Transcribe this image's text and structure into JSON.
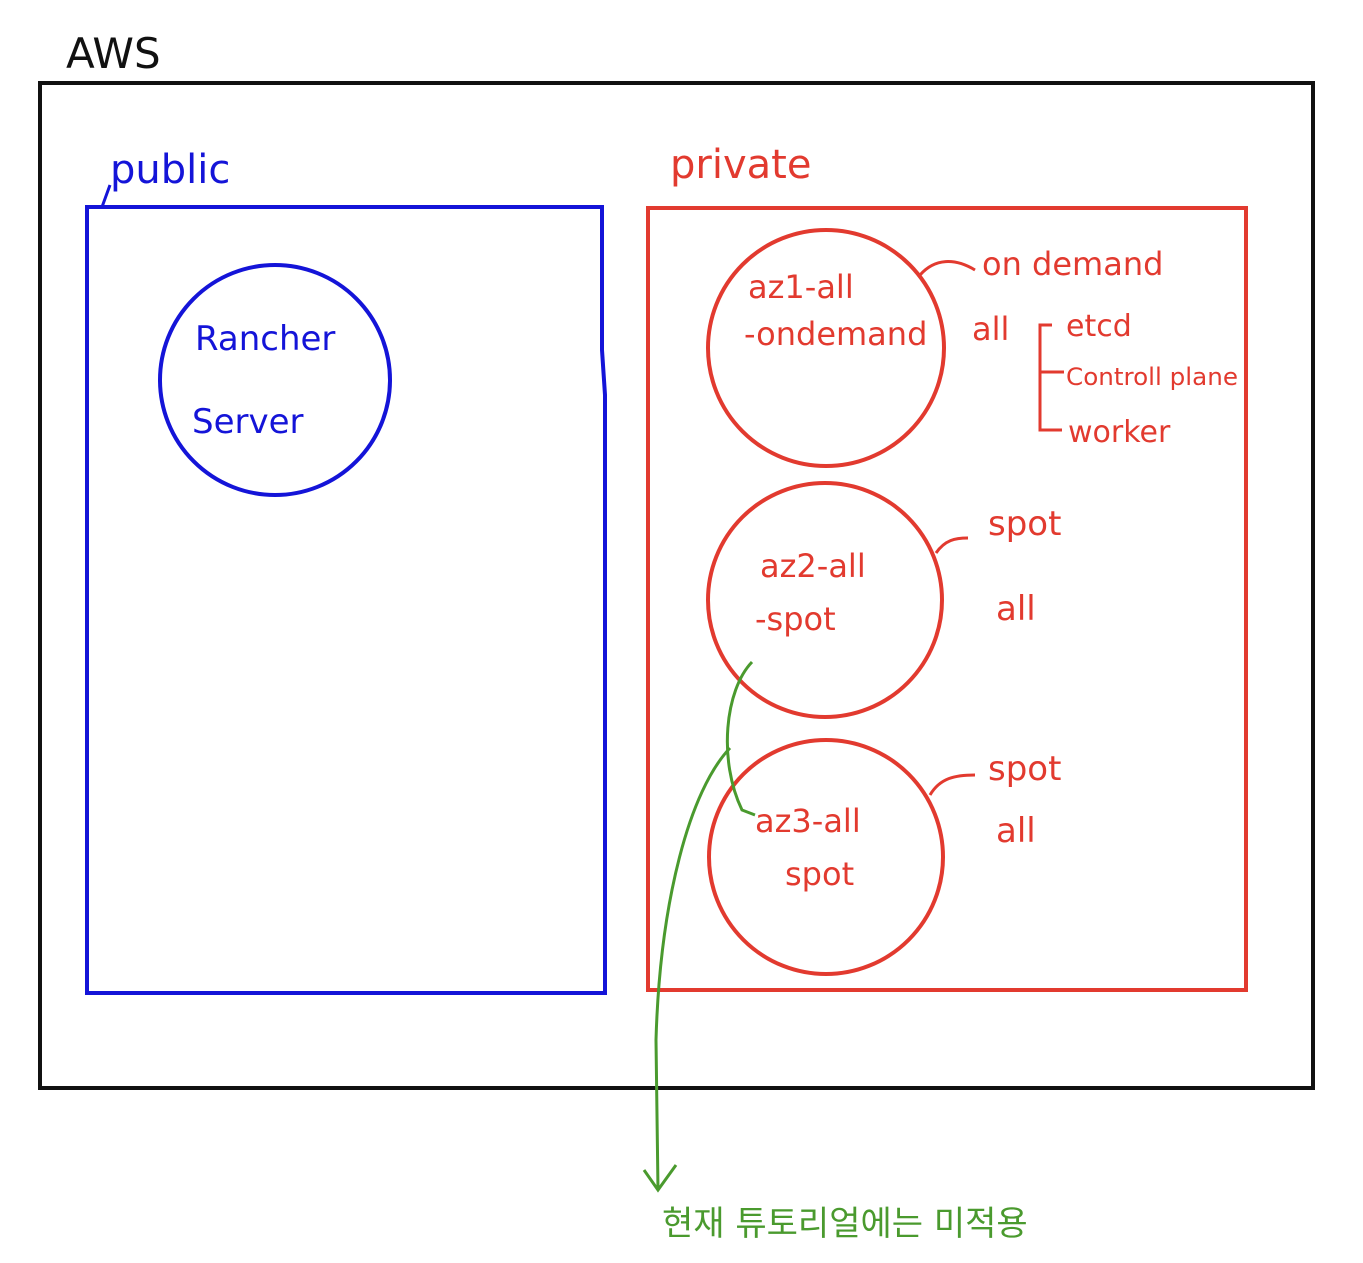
{
  "title": "AWS",
  "colors": {
    "outer": "#111111",
    "public": "#1414d8",
    "private": "#e23a2f",
    "note": "#4a9a2e"
  },
  "public": {
    "label": "public",
    "server_line1": "Rancher",
    "server_line2": "Server"
  },
  "private": {
    "label": "private",
    "groups": [
      {
        "name_line1": "az1-all",
        "name_line2": "-ondemand",
        "type": "on demand",
        "role": "all",
        "components": [
          "etcd",
          "Controll plane",
          "worker"
        ]
      },
      {
        "name_line1": "az2-all",
        "name_line2": "-spot",
        "type": "spot",
        "role": "all"
      },
      {
        "name_line1": "az3-all",
        "name_line2": "spot",
        "type": "spot",
        "role": "all"
      }
    ]
  },
  "note": "현재 튜토리얼에는 미적용"
}
